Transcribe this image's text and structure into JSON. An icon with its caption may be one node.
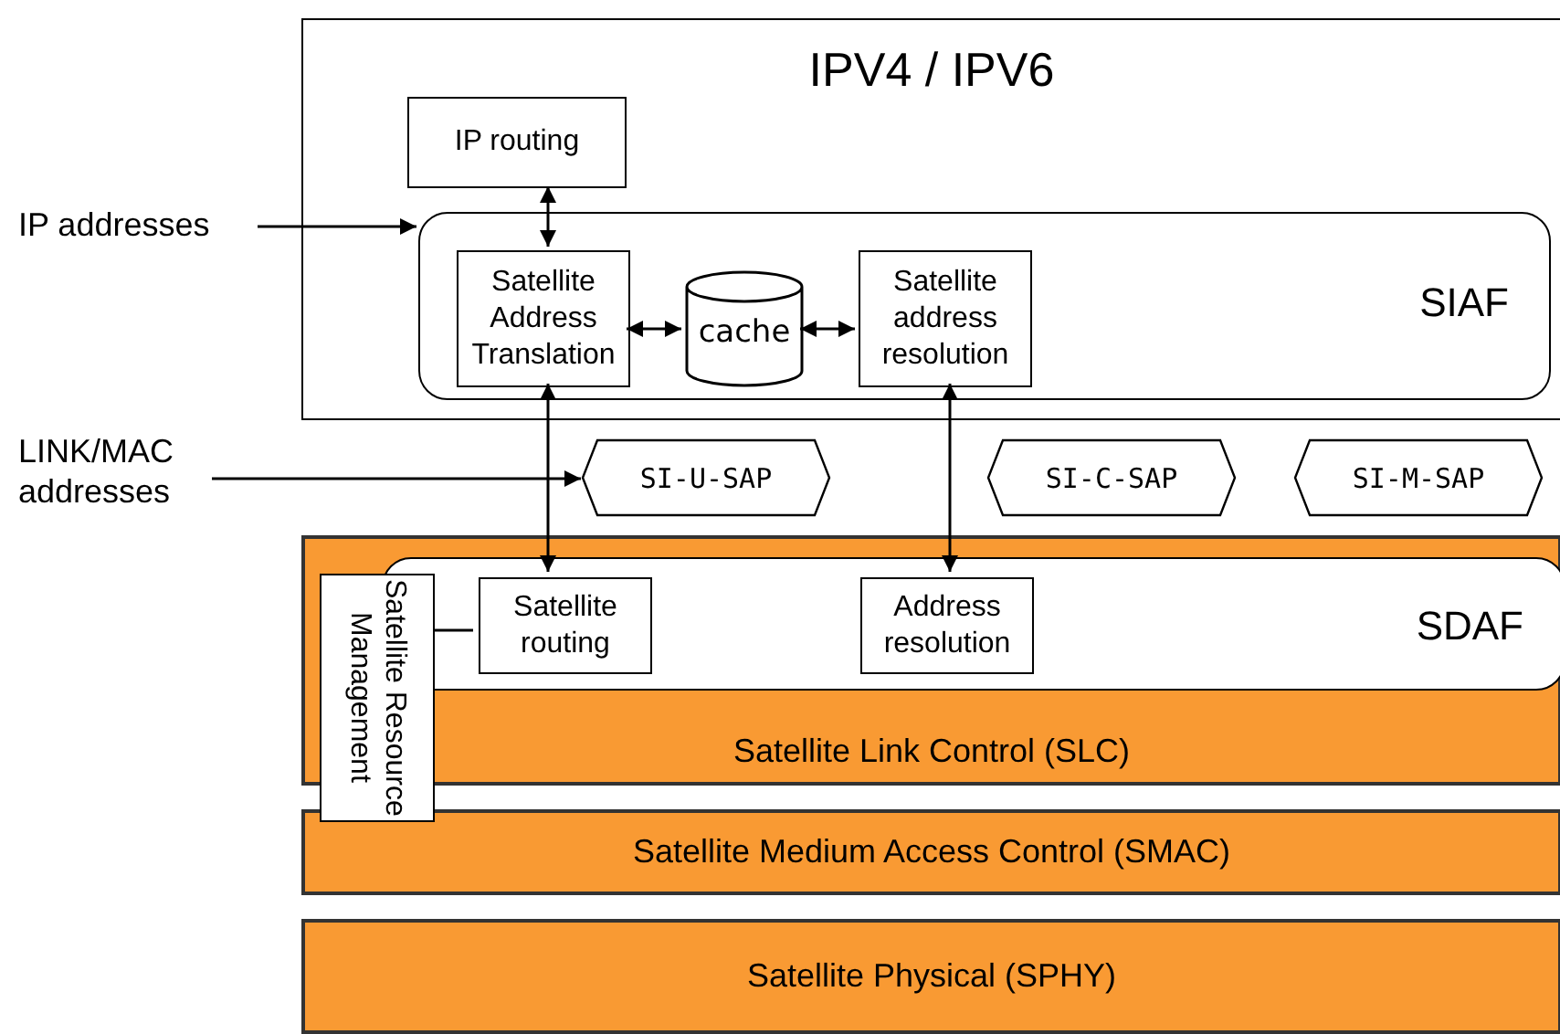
{
  "diagram": {
    "nodes": [
      {
        "text": [
          "IPV4 / IPV6"
        ]
      },
      {
        "text": [
          "IP routing"
        ],
        "in": 0
      },
      {
        "text": [
          "SIAF"
        ],
        "in": 0
      },
      {
        "text": [
          "Satellite Address Translation"
        ],
        "in": 2
      },
      {
        "text": [
          "cache"
        ],
        "in": 2
      },
      {
        "text": [
          "Satellite address resolution"
        ],
        "in": 2
      },
      {
        "text": [
          "IP addresses"
        ]
      },
      {
        "text": [
          "LINK/MAC addresses"
        ]
      },
      {
        "text": [
          "SI-U-SAP"
        ]
      },
      {
        "text": [
          "SI-C-SAP"
        ]
      },
      {
        "text": [
          "SI-M-SAP"
        ]
      },
      {
        "text": [
          "Satellite Link Control (SLC)"
        ]
      },
      {
        "text": [
          "SDAF"
        ],
        "in": 11
      },
      {
        "text": [
          "Satellite routing"
        ],
        "in": 12
      },
      {
        "text": [
          "Address resolution"
        ],
        "in": 12
      },
      {
        "text": [
          "Satellite Resource Management"
        ]
      },
      {
        "text": [
          "Satellite Medium Access Control (SMAC)"
        ]
      },
      {
        "text": [
          "Satellite Physical (SPHY)"
        ]
      }
    ],
    "edges": [
      {
        "from": 1,
        "to": 3,
        "arrow": "both"
      },
      {
        "from": 6,
        "to": 2,
        "arrow": "to"
      },
      {
        "from": 3,
        "to": 4,
        "arrow": "both"
      },
      {
        "from": 4,
        "to": 5,
        "arrow": "both"
      },
      {
        "from": 7,
        "to": 8,
        "arrow": "to"
      },
      {
        "from": 3,
        "to": 13,
        "arrow": "both"
      },
      {
        "from": 5,
        "to": 14,
        "arrow": "both"
      },
      {
        "from": 15,
        "to": 13,
        "arrow": "none"
      }
    ]
  }
}
